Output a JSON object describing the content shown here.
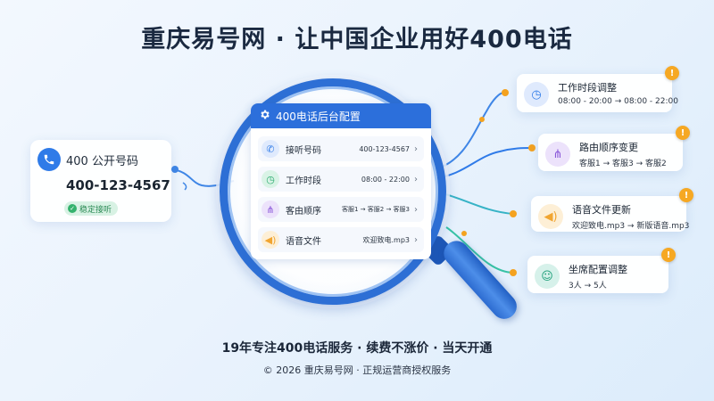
{
  "title": "重庆易号网 · 让中国企业用好400电话",
  "phone_card": {
    "label": "400 公开号码",
    "number": "400-123-4567",
    "badge": "稳定接听",
    "icon": "phone-icon",
    "accent": "#2f7be8"
  },
  "panel": {
    "header": "400电话后台配置",
    "header_icon": "gear-icon",
    "rows": [
      {
        "label": "接听号码",
        "value": "400-123-4567",
        "icon": "phone-icon",
        "color": "#2f7be8"
      },
      {
        "label": "工作时段",
        "value": "08:00 - 22:00",
        "icon": "clock-icon",
        "color": "#26a96c"
      },
      {
        "label": "客由顺序",
        "value": "客服1 → 客服2 → 客服3",
        "icon": "routing-icon",
        "color": "#8a57d9"
      },
      {
        "label": "语音文件",
        "value": "欢迎致电.mp3",
        "icon": "speaker-icon",
        "color": "#f1a531"
      }
    ]
  },
  "cards": [
    {
      "title": "工作时段调整",
      "value": "08:00 - 20:00 → 08:00 - 22:00",
      "icon": "clock-icon",
      "color": "#2f7be8"
    },
    {
      "title": "路由顺序变更",
      "value": "客服1 → 客服3 → 客服2",
      "icon": "routing-icon",
      "color": "#8a57d9"
    },
    {
      "title": "语音文件更新",
      "value": "欢迎致电.mp3 → 新版语音.mp3",
      "icon": "speaker-icon",
      "color": "#f1a531"
    },
    {
      "title": "坐席配置调整",
      "value": "3人 → 5人",
      "icon": "user-icon",
      "color": "#1f9f7a"
    }
  ],
  "warn_glyph": "!",
  "footer": {
    "line1": "19年专注400电话服务 · 续费不涨价 · 当天开通",
    "line2": "© 2026 重庆易号网 · 正规运营商授权服务"
  }
}
